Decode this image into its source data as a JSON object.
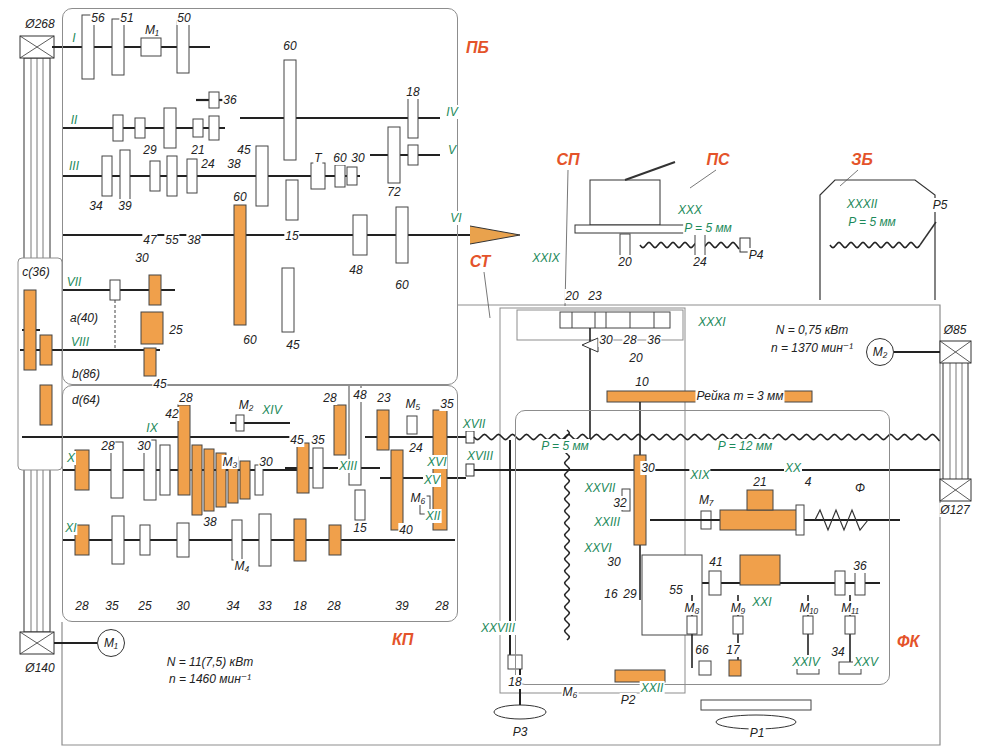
{
  "diagram": {
    "nodes": [
      {
        "text": [
          "ПБ"
        ]
      },
      {
        "text": [
          "КП"
        ]
      },
      {
        "text": [
          "ФК"
        ]
      },
      {
        "text": [
          "M₁"
        ]
      },
      {
        "text": [
          "M₂"
        ]
      }
    ],
    "labels": [
      "Ø268",
      "56",
      "51",
      "M₁",
      "50",
      "I",
      "36",
      "II",
      "29",
      "21",
      "24",
      "38",
      "III",
      "34",
      "39",
      "47",
      "55",
      "38",
      "60",
      "45",
      "15",
      "T",
      "60",
      "30",
      "72",
      "18",
      "IV",
      "V",
      "VI",
      "60",
      "48",
      "60",
      "VII",
      "30",
      "25",
      "45",
      "60",
      "45",
      "VIII",
      "c(36)",
      "a(40)",
      "b(86)",
      "d(64)",
      "СП",
      "ПС",
      "ЗБ",
      "СТ",
      "28",
      "M₂",
      "IX",
      "42",
      "XIV",
      "28",
      "48",
      "23",
      "M₅",
      "35",
      "XVII",
      "28",
      "30",
      "M₃",
      "30",
      "X",
      "45",
      "35",
      "24",
      "XVI",
      "XIII",
      "XVIII",
      "XV",
      "M₆",
      "XI",
      "38",
      "XII",
      "15",
      "40",
      "M₄",
      "28",
      "35",
      "25",
      "30",
      "34",
      "33",
      "18",
      "28",
      "39",
      "28",
      "Ø140",
      "N = 11(7,5) кВт",
      "n = 1460 мин⁻¹",
      "XXIX",
      "20",
      "23",
      "XXX",
      "P = 5 мм",
      "20",
      "24",
      "P4",
      "XXXI",
      "XXXII",
      "P = 5 мм",
      "P5",
      "30",
      "28",
      "36",
      "20",
      "N = 0,75 кВт",
      "n = 1370 мин⁻¹",
      "Ø85",
      "10",
      "Рейка m = 3 мм",
      "P = 5 мм",
      "P = 12 мм",
      "30",
      "XIX",
      "XX",
      "XXVII",
      "32",
      "21",
      "4",
      "Φ",
      "Ø127",
      "XXIII",
      "M₇",
      "XXVI",
      "30",
      "41",
      "36",
      "XXI",
      "16",
      "29",
      "55",
      "M₈",
      "M₉",
      "M₁₀",
      "M₁₁",
      "XXVIII",
      "66",
      "17",
      "XXIV",
      "34",
      "XXV",
      "XXII",
      "18",
      "M₆",
      "P2",
      "P3",
      "P1"
    ]
  }
}
